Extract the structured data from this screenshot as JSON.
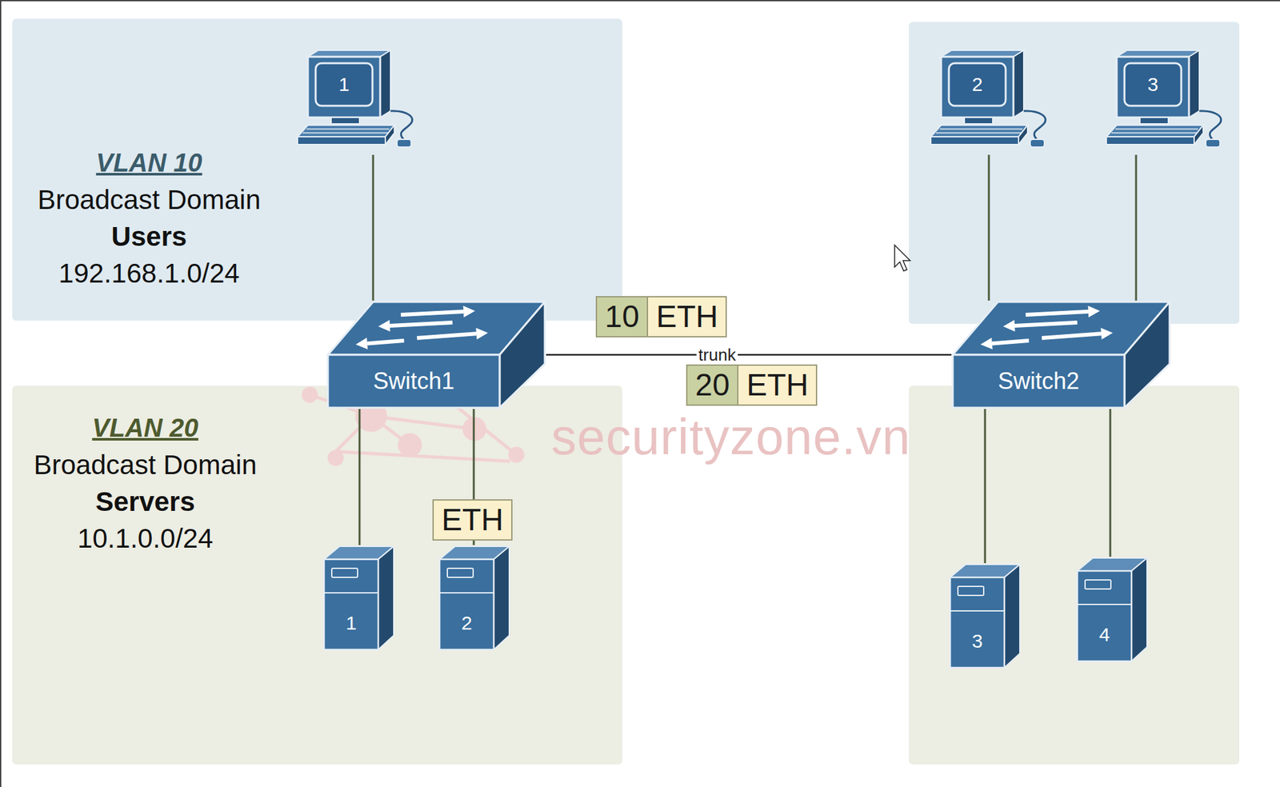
{
  "diagram": {
    "nodes": [
      {
        "text": [
          "VLAN 10",
          "Broadcast Domain",
          "Users",
          "192.168.1.0/24"
        ]
      },
      {
        "text": [
          "1"
        ],
        "in": 0
      },
      {
        "text": [
          "2"
        ]
      },
      {
        "text": [
          "3"
        ]
      },
      {
        "text": [
          "Switch1"
        ]
      },
      {
        "text": [
          "Switch2"
        ]
      },
      {
        "text": [
          "VLAN 20",
          "Broadcast Domain",
          "Servers",
          "10.1.0.0/24"
        ]
      },
      {
        "text": [
          "1"
        ],
        "in": 6
      },
      {
        "text": [
          "2"
        ],
        "in": 6
      },
      {
        "text": [
          "3"
        ]
      },
      {
        "text": [
          "4"
        ]
      }
    ],
    "edges": [
      {
        "from": 1,
        "to": 4,
        "arrow": "none"
      },
      {
        "from": 4,
        "to": 7,
        "arrow": "none"
      },
      {
        "from": 4,
        "to": 8,
        "arrow": "none"
      },
      {
        "from": 4,
        "to": 5,
        "label": "trunk",
        "arrow": "none"
      },
      {
        "from": 2,
        "to": 5,
        "arrow": "none"
      },
      {
        "from": 3,
        "to": 5,
        "arrow": "none"
      },
      {
        "from": 5,
        "to": 9,
        "arrow": "none"
      },
      {
        "from": 5,
        "to": 10,
        "arrow": "none"
      }
    ],
    "labels": [
      "10",
      "ETH",
      "20",
      "ETH",
      "ETH",
      "securityzone.vn"
    ]
  }
}
